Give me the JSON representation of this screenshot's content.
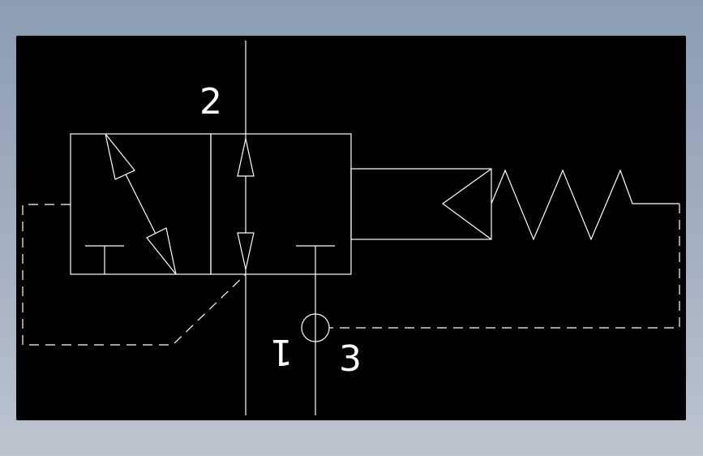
{
  "ports": {
    "outlet": "2",
    "inlet": "1",
    "exhaust": "3"
  }
}
